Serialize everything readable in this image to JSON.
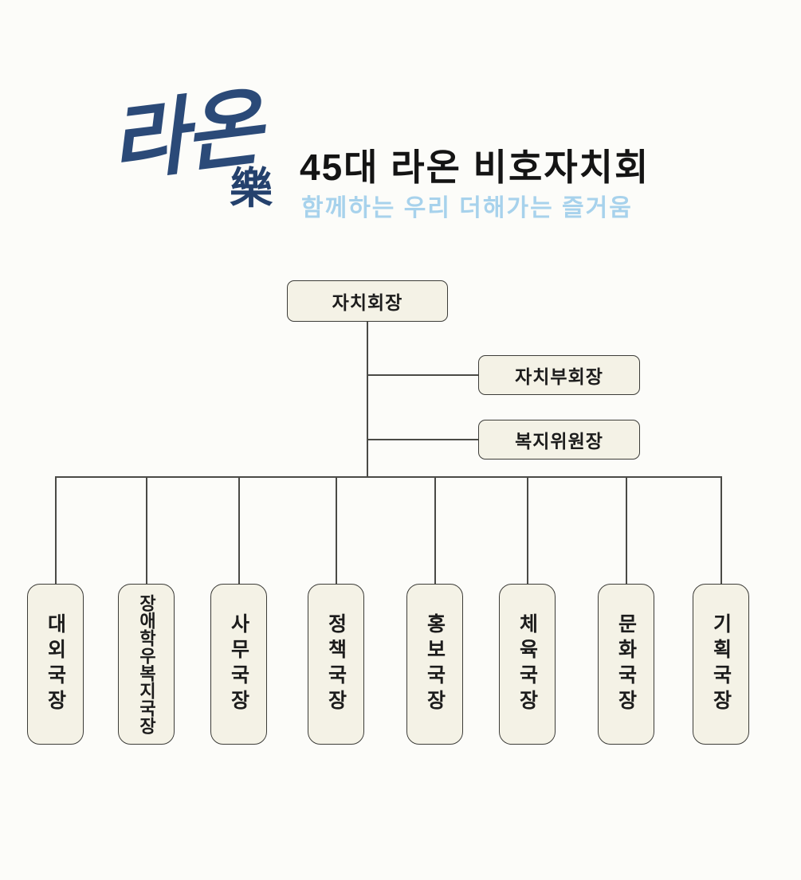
{
  "header": {
    "logo_text": "라온",
    "logo_hanja": "樂",
    "title": "45대 라온 비호자치회",
    "subtitle": "함께하는 우리 더해가는 즐거움",
    "logo_color": "#2b4a78",
    "title_color": "#141414",
    "subtitle_color": "#a7d2ec"
  },
  "org_chart": {
    "box_fill": "#f4f2e6",
    "box_border": "#3c3c38",
    "line_color": "#4a4a46",
    "root": {
      "label": "자치회장"
    },
    "side_nodes": [
      {
        "label": "자치부회장"
      },
      {
        "label": "복지위원장"
      }
    ],
    "departments": [
      {
        "label": "대외국장"
      },
      {
        "label": "장애학우복지국장"
      },
      {
        "label": "사무국장"
      },
      {
        "label": "정책국장"
      },
      {
        "label": "홍보국장"
      },
      {
        "label": "체육국장"
      },
      {
        "label": "문화국장"
      },
      {
        "label": "기획국장"
      }
    ]
  }
}
